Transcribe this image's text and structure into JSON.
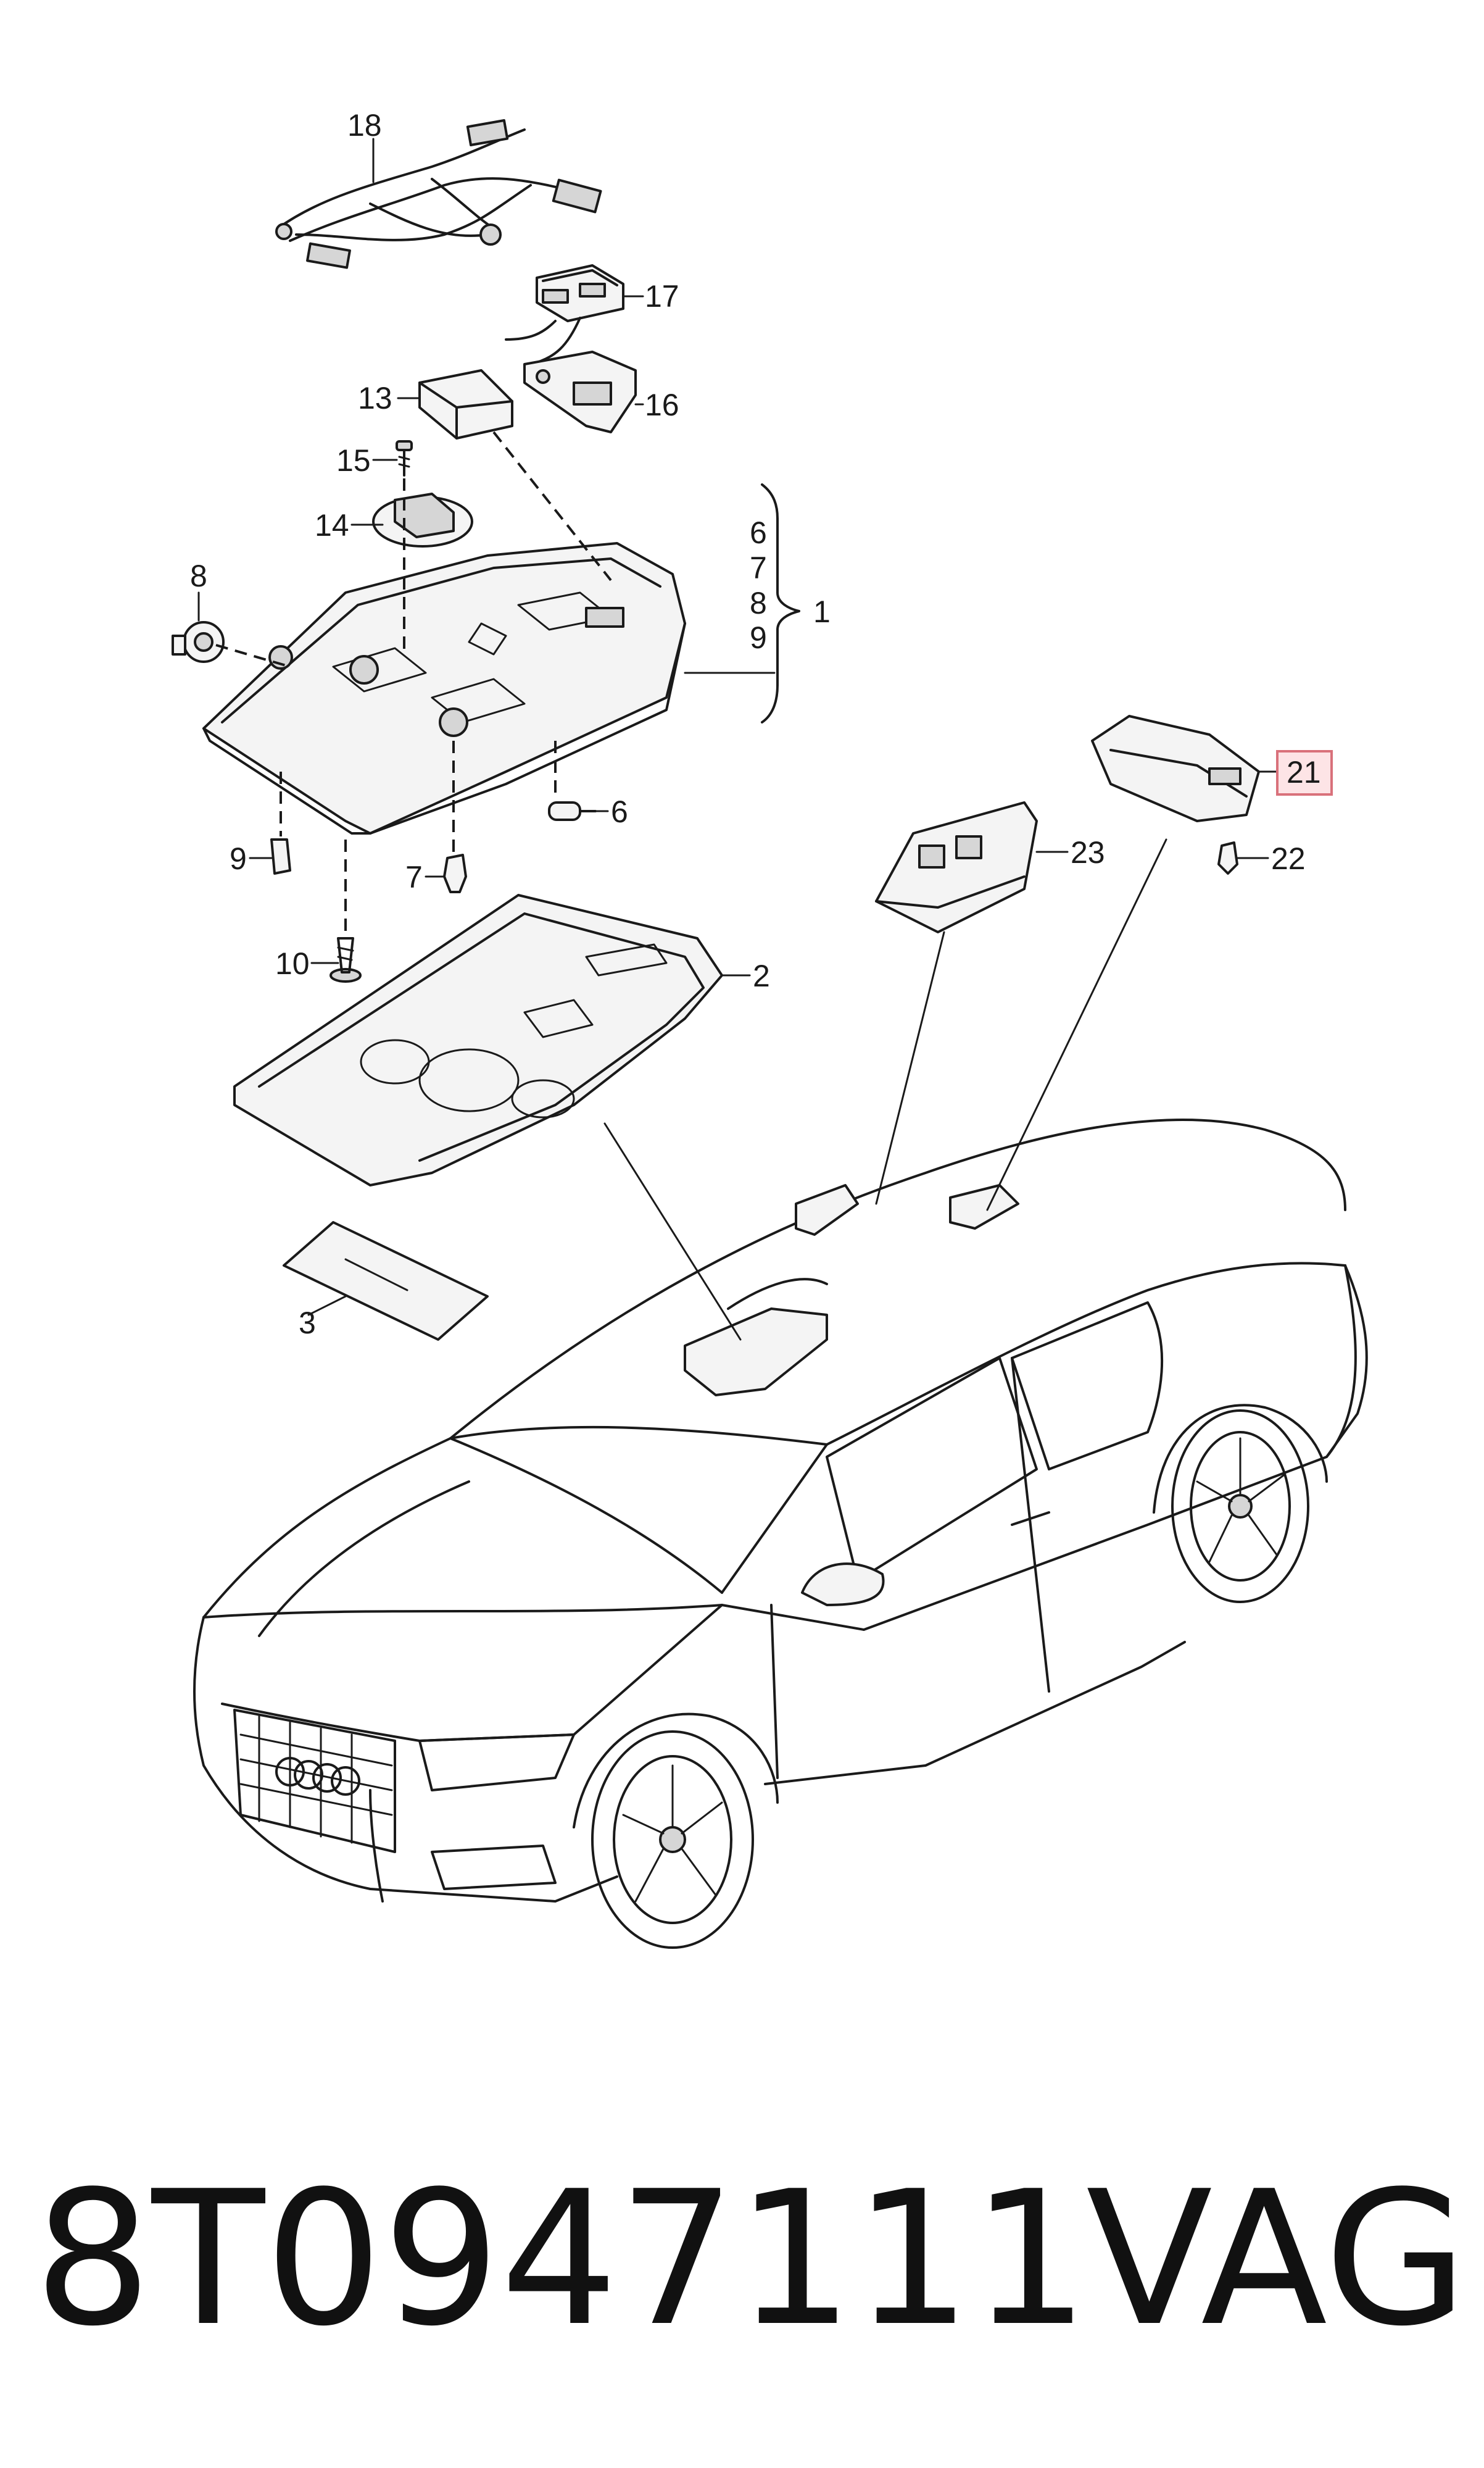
{
  "diagram": {
    "callouts": {
      "c1": "1",
      "c2": "2",
      "c3": "3",
      "c6a": "6",
      "c6b": "6",
      "c7a": "7",
      "c7b": "7",
      "c8a": "8",
      "c8b": "8",
      "c9a": "9",
      "c9b": "9",
      "c10": "10",
      "c13": "13",
      "c14": "14",
      "c15": "15",
      "c16": "16",
      "c17": "17",
      "c18": "18",
      "c21": "21",
      "c22": "22",
      "c23": "23"
    },
    "highlighted_callout": "21",
    "highlight_color": "#e8a0a6"
  },
  "caption": {
    "part_number": "8T0947111",
    "brand": "VAG"
  }
}
